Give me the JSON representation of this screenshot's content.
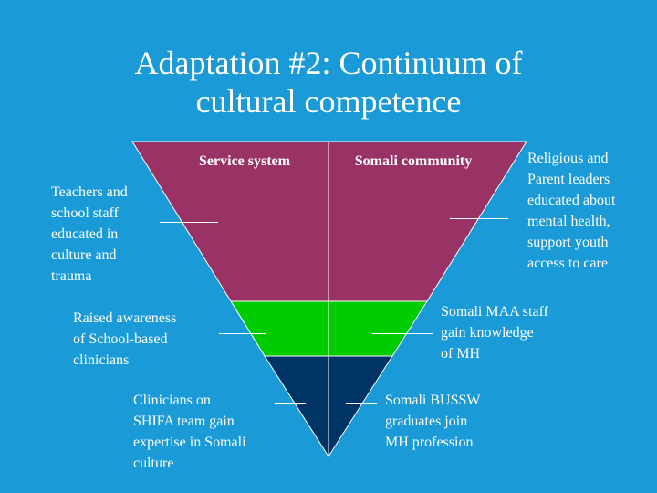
{
  "slide": {
    "title_line1": "Adaptation #2: Continuum of",
    "title_line2": "cultural competence"
  },
  "diagram": {
    "columns": {
      "left": "Service system",
      "right": "Somali community"
    },
    "tiers": [
      {
        "color": "#993366",
        "left_note": [
          "Teachers and",
          "school staff",
          "educated in",
          "culture and",
          "trauma"
        ],
        "right_note": [
          "Religious and",
          "Parent leaders",
          "educated about",
          "mental health,",
          "support youth",
          "access to care"
        ]
      },
      {
        "color": "#00cc00",
        "left_note": [
          "Raised awareness",
          "of School-based",
          "clinicians"
        ],
        "right_note": [
          "Somali MAA staff",
          "gain knowledge",
          "of MH"
        ]
      },
      {
        "color": "#003366",
        "left_note": [
          "Clinicians on",
          "SHIFA team gain",
          "expertise in Somali",
          "culture"
        ],
        "right_note": [
          "Somali BUSSW",
          "graduates join",
          "MH profession"
        ]
      }
    ]
  }
}
